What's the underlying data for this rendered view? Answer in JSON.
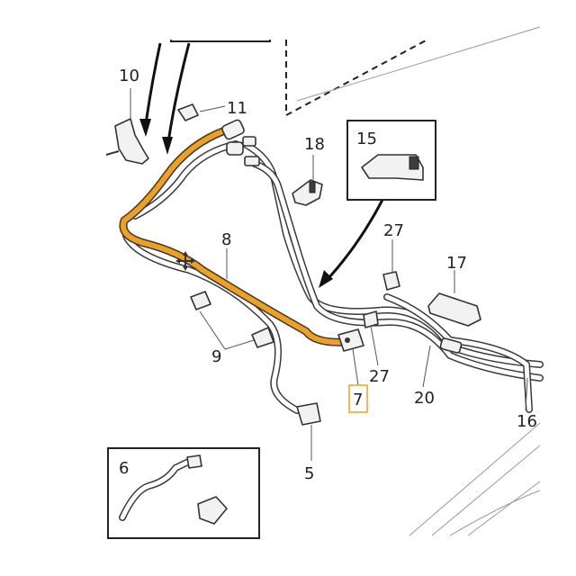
{
  "colors": {
    "highlight": "#f0a020",
    "line": "#333333",
    "callout_box": "#f0a020"
  },
  "callouts": {
    "n10": "10",
    "n11": "11",
    "n18": "18",
    "n15": "15",
    "n8": "8",
    "n27a": "27",
    "n17": "17",
    "n9": "9",
    "n27b": "27",
    "n7": "7",
    "n20": "20",
    "n16": "16",
    "n5": "5",
    "n6": "6"
  },
  "icons": {
    "cursor": "move-cursor-icon"
  }
}
